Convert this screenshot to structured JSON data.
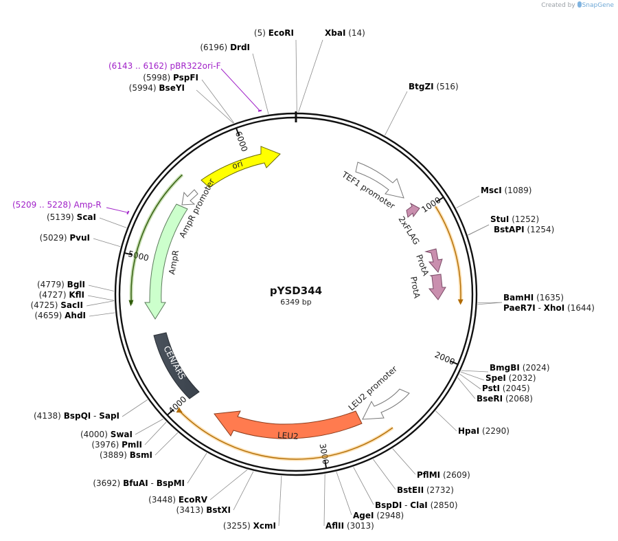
{
  "credit": {
    "prefix": "Created by",
    "brand": "SnapGene"
  },
  "plasmid": {
    "name": "pYSD344",
    "length_label": "6349 bp",
    "length": 6349
  },
  "ticks": [
    {
      "pos": 1000,
      "label": "1000"
    },
    {
      "pos": 2000,
      "label": "2000"
    },
    {
      "pos": 3000,
      "label": "3000"
    },
    {
      "pos": 4000,
      "label": "4000"
    },
    {
      "pos": 5000,
      "label": "5000"
    },
    {
      "pos": 6000,
      "label": "6000"
    }
  ],
  "sites": [
    {
      "id": "ecori",
      "pos": 5,
      "num": "(5)",
      "name": "EcoRI"
    },
    {
      "id": "xbai",
      "pos": 14,
      "num": "(14)",
      "name": "XbaI"
    },
    {
      "id": "btgzi",
      "pos": 516,
      "num": "(516)",
      "name": "BtgZI"
    },
    {
      "id": "msci",
      "pos": 1089,
      "num": "(1089)",
      "name": "MscI"
    },
    {
      "id": "stui",
      "pos": 1252,
      "num": "(1252)",
      "name": "StuI"
    },
    {
      "id": "bstapi",
      "pos": 1254,
      "num": "(1254)",
      "name": "BstAPI"
    },
    {
      "id": "bamhi",
      "pos": 1635,
      "num": "(1635)",
      "name": "BamHI"
    },
    {
      "id": "paer7i",
      "pos": 1644,
      "num": "(1644)",
      "name": "PaeR7I",
      "name2": "XhoI"
    },
    {
      "id": "bmgbi",
      "pos": 2024,
      "num": "(2024)",
      "name": "BmgBI"
    },
    {
      "id": "spei",
      "pos": 2032,
      "num": "(2032)",
      "name": "SpeI"
    },
    {
      "id": "psti",
      "pos": 2045,
      "num": "(2045)",
      "name": "PstI"
    },
    {
      "id": "bseri",
      "pos": 2068,
      "num": "(2068)",
      "name": "BseRI"
    },
    {
      "id": "hpai",
      "pos": 2290,
      "num": "(2290)",
      "name": "HpaI"
    },
    {
      "id": "pflmi",
      "pos": 2609,
      "num": "(2609)",
      "name": "PflMI"
    },
    {
      "id": "bsteii",
      "pos": 2732,
      "num": "(2732)",
      "name": "BstEII"
    },
    {
      "id": "bspdi",
      "pos": 2850,
      "num": "(2850)",
      "name": "BspDI",
      "name2": "ClaI"
    },
    {
      "id": "agei",
      "pos": 2948,
      "num": "(2948)",
      "name": "AgeI"
    },
    {
      "id": "aflii",
      "pos": 3013,
      "num": "(3013)",
      "name": "AflII"
    },
    {
      "id": "xcmi",
      "pos": 3255,
      "num": "(3255)",
      "name": "XcmI"
    },
    {
      "id": "bstxi",
      "pos": 3413,
      "num": "(3413)",
      "name": "BstXI"
    },
    {
      "id": "ecorv",
      "pos": 3448,
      "num": "(3448)",
      "name": "EcoRV"
    },
    {
      "id": "bfuai",
      "pos": 3692,
      "num": "(3692)",
      "name": "BfuAI",
      "name2": "BspMI"
    },
    {
      "id": "bsmi",
      "pos": 3889,
      "num": "(3889)",
      "name": "BsmI"
    },
    {
      "id": "pmli",
      "pos": 3976,
      "num": "(3976)",
      "name": "PmlI"
    },
    {
      "id": "swai",
      "pos": 4000,
      "num": "(4000)",
      "name": "SwaI"
    },
    {
      "id": "bspqi",
      "pos": 4138,
      "num": "(4138)",
      "name": "BspQI",
      "name2": "SapI"
    },
    {
      "id": "ahdi",
      "pos": 4659,
      "num": "(4659)",
      "name": "AhdI"
    },
    {
      "id": "sacii",
      "pos": 4725,
      "num": "(4725)",
      "name": "SacII"
    },
    {
      "id": "kfli",
      "pos": 4727,
      "num": "(4727)",
      "name": "KflI"
    },
    {
      "id": "bgli",
      "pos": 4779,
      "num": "(4779)",
      "name": "BglI"
    },
    {
      "id": "pvui",
      "pos": 5029,
      "num": "(5029)",
      "name": "PvuI"
    },
    {
      "id": "scai",
      "pos": 5139,
      "num": "(5139)",
      "name": "ScaI"
    },
    {
      "id": "bseyi",
      "pos": 5994,
      "num": "(5994)",
      "name": "BseYI"
    },
    {
      "id": "pspfi",
      "pos": 5998,
      "num": "(5998)",
      "name": "PspFI"
    },
    {
      "id": "drdi",
      "pos": 6196,
      "num": "(6196)",
      "name": "DrdI"
    }
  ],
  "primers": [
    {
      "id": "pbr322ori",
      "start": 6143,
      "end": 6162,
      "range": "(6143 .. 6162)",
      "name": "pBR322ori-F"
    },
    {
      "id": "ampr",
      "start": 5209,
      "end": 5228,
      "range": "(5209 .. 5228)",
      "name": "Amp-R"
    }
  ],
  "features": [
    {
      "id": "ori",
      "label": "ori",
      "color": "#ffff00"
    },
    {
      "id": "ampr-promoter",
      "label": "AmpR promoter",
      "color": "#ffffff"
    },
    {
      "id": "ampr",
      "label": "AmpR",
      "color": "#ccffcc"
    },
    {
      "id": "cen-ars",
      "label": "CEN/ARS",
      "color": "#4a525c"
    },
    {
      "id": "leu2",
      "label": "LEU2",
      "color": "#ff7b4f"
    },
    {
      "id": "leu2-promoter",
      "label": "LEU2 promoter",
      "color": "#ffffff"
    },
    {
      "id": "tef1-promoter",
      "label": "TEF1 promoter",
      "color": "#ffffff"
    },
    {
      "id": "2xflag",
      "label": "2xFLAG",
      "color": "#c98fae"
    },
    {
      "id": "prota-1",
      "label": "ProtA",
      "color": "#c98fae"
    },
    {
      "id": "prota-2",
      "label": "ProtA",
      "color": "#c98fae"
    }
  ],
  "colors": {
    "backbone": "#111111",
    "orf_orange": "#f5a623",
    "orf_green": "#5a9e1e",
    "primer": "#a020c8",
    "label_line": "#888888"
  }
}
